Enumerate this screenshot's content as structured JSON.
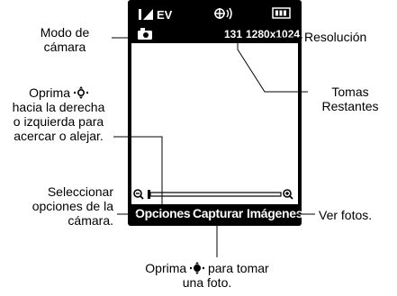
{
  "phone": {
    "status_ev": "EV",
    "shots_remaining": "131",
    "resolution": "1280x1024",
    "softkeys": {
      "left": "Opciones",
      "center": "Capturar",
      "right": "Imágenes"
    }
  },
  "callouts": {
    "camera_mode": [
      "Modo de",
      "cámara"
    ],
    "resolution": "Resolución",
    "shots_remaining": [
      "Tomas",
      "Restantes"
    ],
    "zoom": [
      "Oprima",
      "hacia la derecha",
      "o izquierda para",
      "acercar o alejar."
    ],
    "options": [
      "Seleccionar",
      "opciones de la",
      "cámara."
    ],
    "view_photos": "Ver fotos.",
    "take_photo": [
      "Oprima",
      "para tomar",
      "una foto."
    ]
  },
  "icons": {
    "signal": "signal-bars-icon",
    "connectivity": "bluetooth-icon",
    "battery": "battery-icon",
    "camera": "camera-icon",
    "zoom_out": "zoom-out-icon",
    "zoom_in": "zoom-in-icon",
    "nav_key": "navigation-key-icon"
  }
}
